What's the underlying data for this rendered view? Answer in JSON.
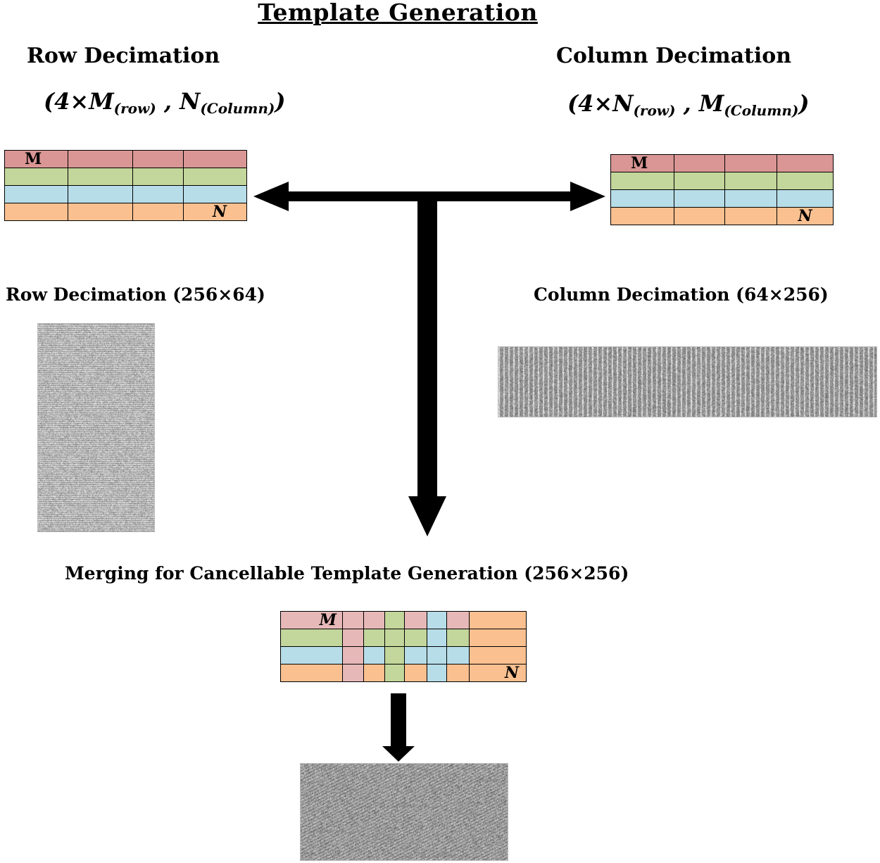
{
  "title": "Template Generation",
  "left": {
    "heading": "Row Decimation",
    "dims": {
      "open": "(4×M",
      "sub1": "(row)",
      "mid": " , N",
      "sub2": "(Column)",
      "close": ")"
    },
    "grid": {
      "label_m": "M",
      "label_n": "N"
    },
    "caption": "Row Decimation (256×64)"
  },
  "right": {
    "heading": "Column Decimation",
    "dims": {
      "open": "(4×N",
      "sub1": "(row)",
      "mid": " , M",
      "sub2": "(Column)",
      "close": ")"
    },
    "grid": {
      "label_m": "M",
      "label_n": "N"
    },
    "caption": "Column Decimation (64×256)"
  },
  "merge": {
    "caption": "Merging for Cancellable Template Generation (256×256)",
    "grid": {
      "label_m": "M",
      "label_n": "N"
    }
  },
  "colors": {
    "red": "#d99694",
    "green": "#c3d69b",
    "blue": "#b7dde8",
    "orange": "#fac090",
    "pink": "#e6b9b8"
  }
}
